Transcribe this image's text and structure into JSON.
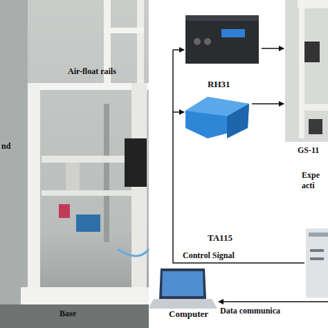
{
  "diagram": {
    "nodes": [
      {
        "text": [
          "RH31"
        ]
      },
      {
        "text": [
          "TA115"
        ]
      },
      {
        "text": [
          "GS-11",
          "Expe acti"
        ]
      },
      {
        "text": [
          "Computer"
        ]
      }
    ],
    "edges": [
      {
        "from": 0,
        "to": 2,
        "arrow": "to"
      },
      {
        "from": 1,
        "to": 2,
        "arrow": "to"
      }
    ],
    "labels": [
      "Air-float rails",
      "nd",
      "Base",
      "Control Signal",
      "Data communica"
    ]
  }
}
